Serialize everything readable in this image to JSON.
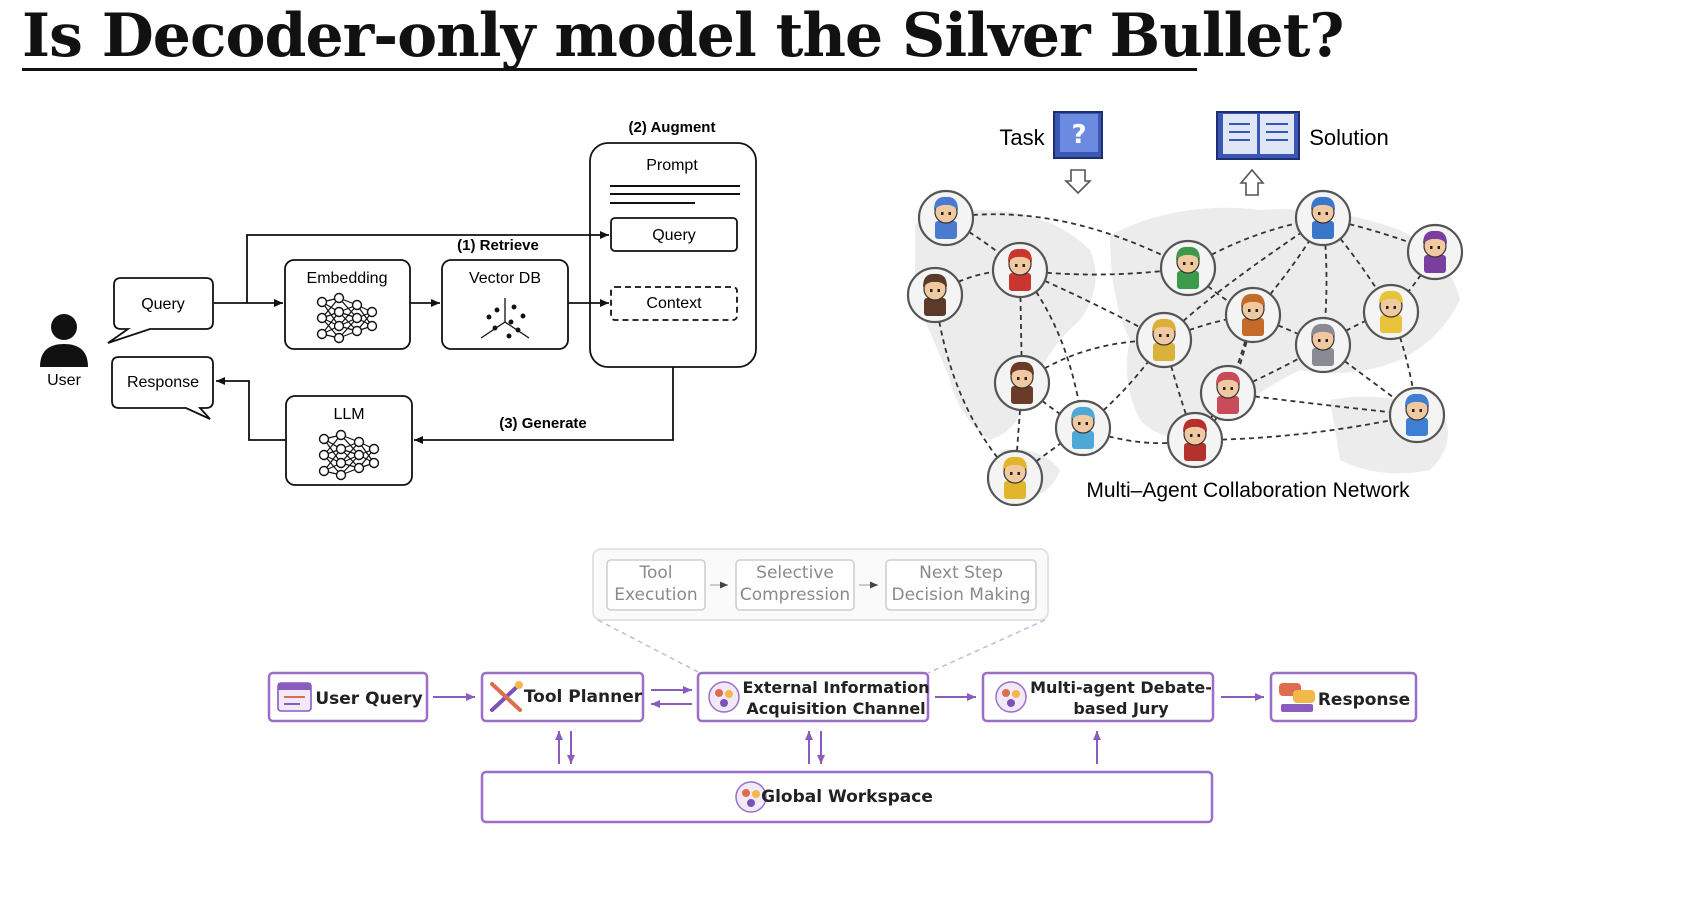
{
  "title": "Is Decoder-only model the Silver Bullet?",
  "rag": {
    "user_label": "User",
    "query_bubble": "Query",
    "response_bubble": "Response",
    "embedding": "Embedding",
    "vector_db": "Vector DB",
    "llm": "LLM",
    "retrieve": "(1) Retrieve",
    "augment": "(2) Augment",
    "generate": "(3) Generate",
    "prompt": "Prompt",
    "prompt_query": "Query",
    "prompt_context": "Context"
  },
  "network": {
    "task": "Task",
    "solution": "Solution",
    "caption": "Multi–Agent Collaboration Network"
  },
  "pipeline": {
    "top_steps": [
      {
        "line1": "Tool",
        "line2": "Execution"
      },
      {
        "line1": "Selective",
        "line2": "Compression"
      },
      {
        "line1": "Next Step",
        "line2": "Decision Making"
      }
    ],
    "user_query": "User Query",
    "tool_planner": "Tool Planner",
    "external_line1": "External Information",
    "external_line2": "Acquisition Channel",
    "debate_line1": "Multi-agent Debate-",
    "debate_line2": "based Jury",
    "response": "Response",
    "workspace": "Global Workspace",
    "accent": "#9b6fc7"
  }
}
